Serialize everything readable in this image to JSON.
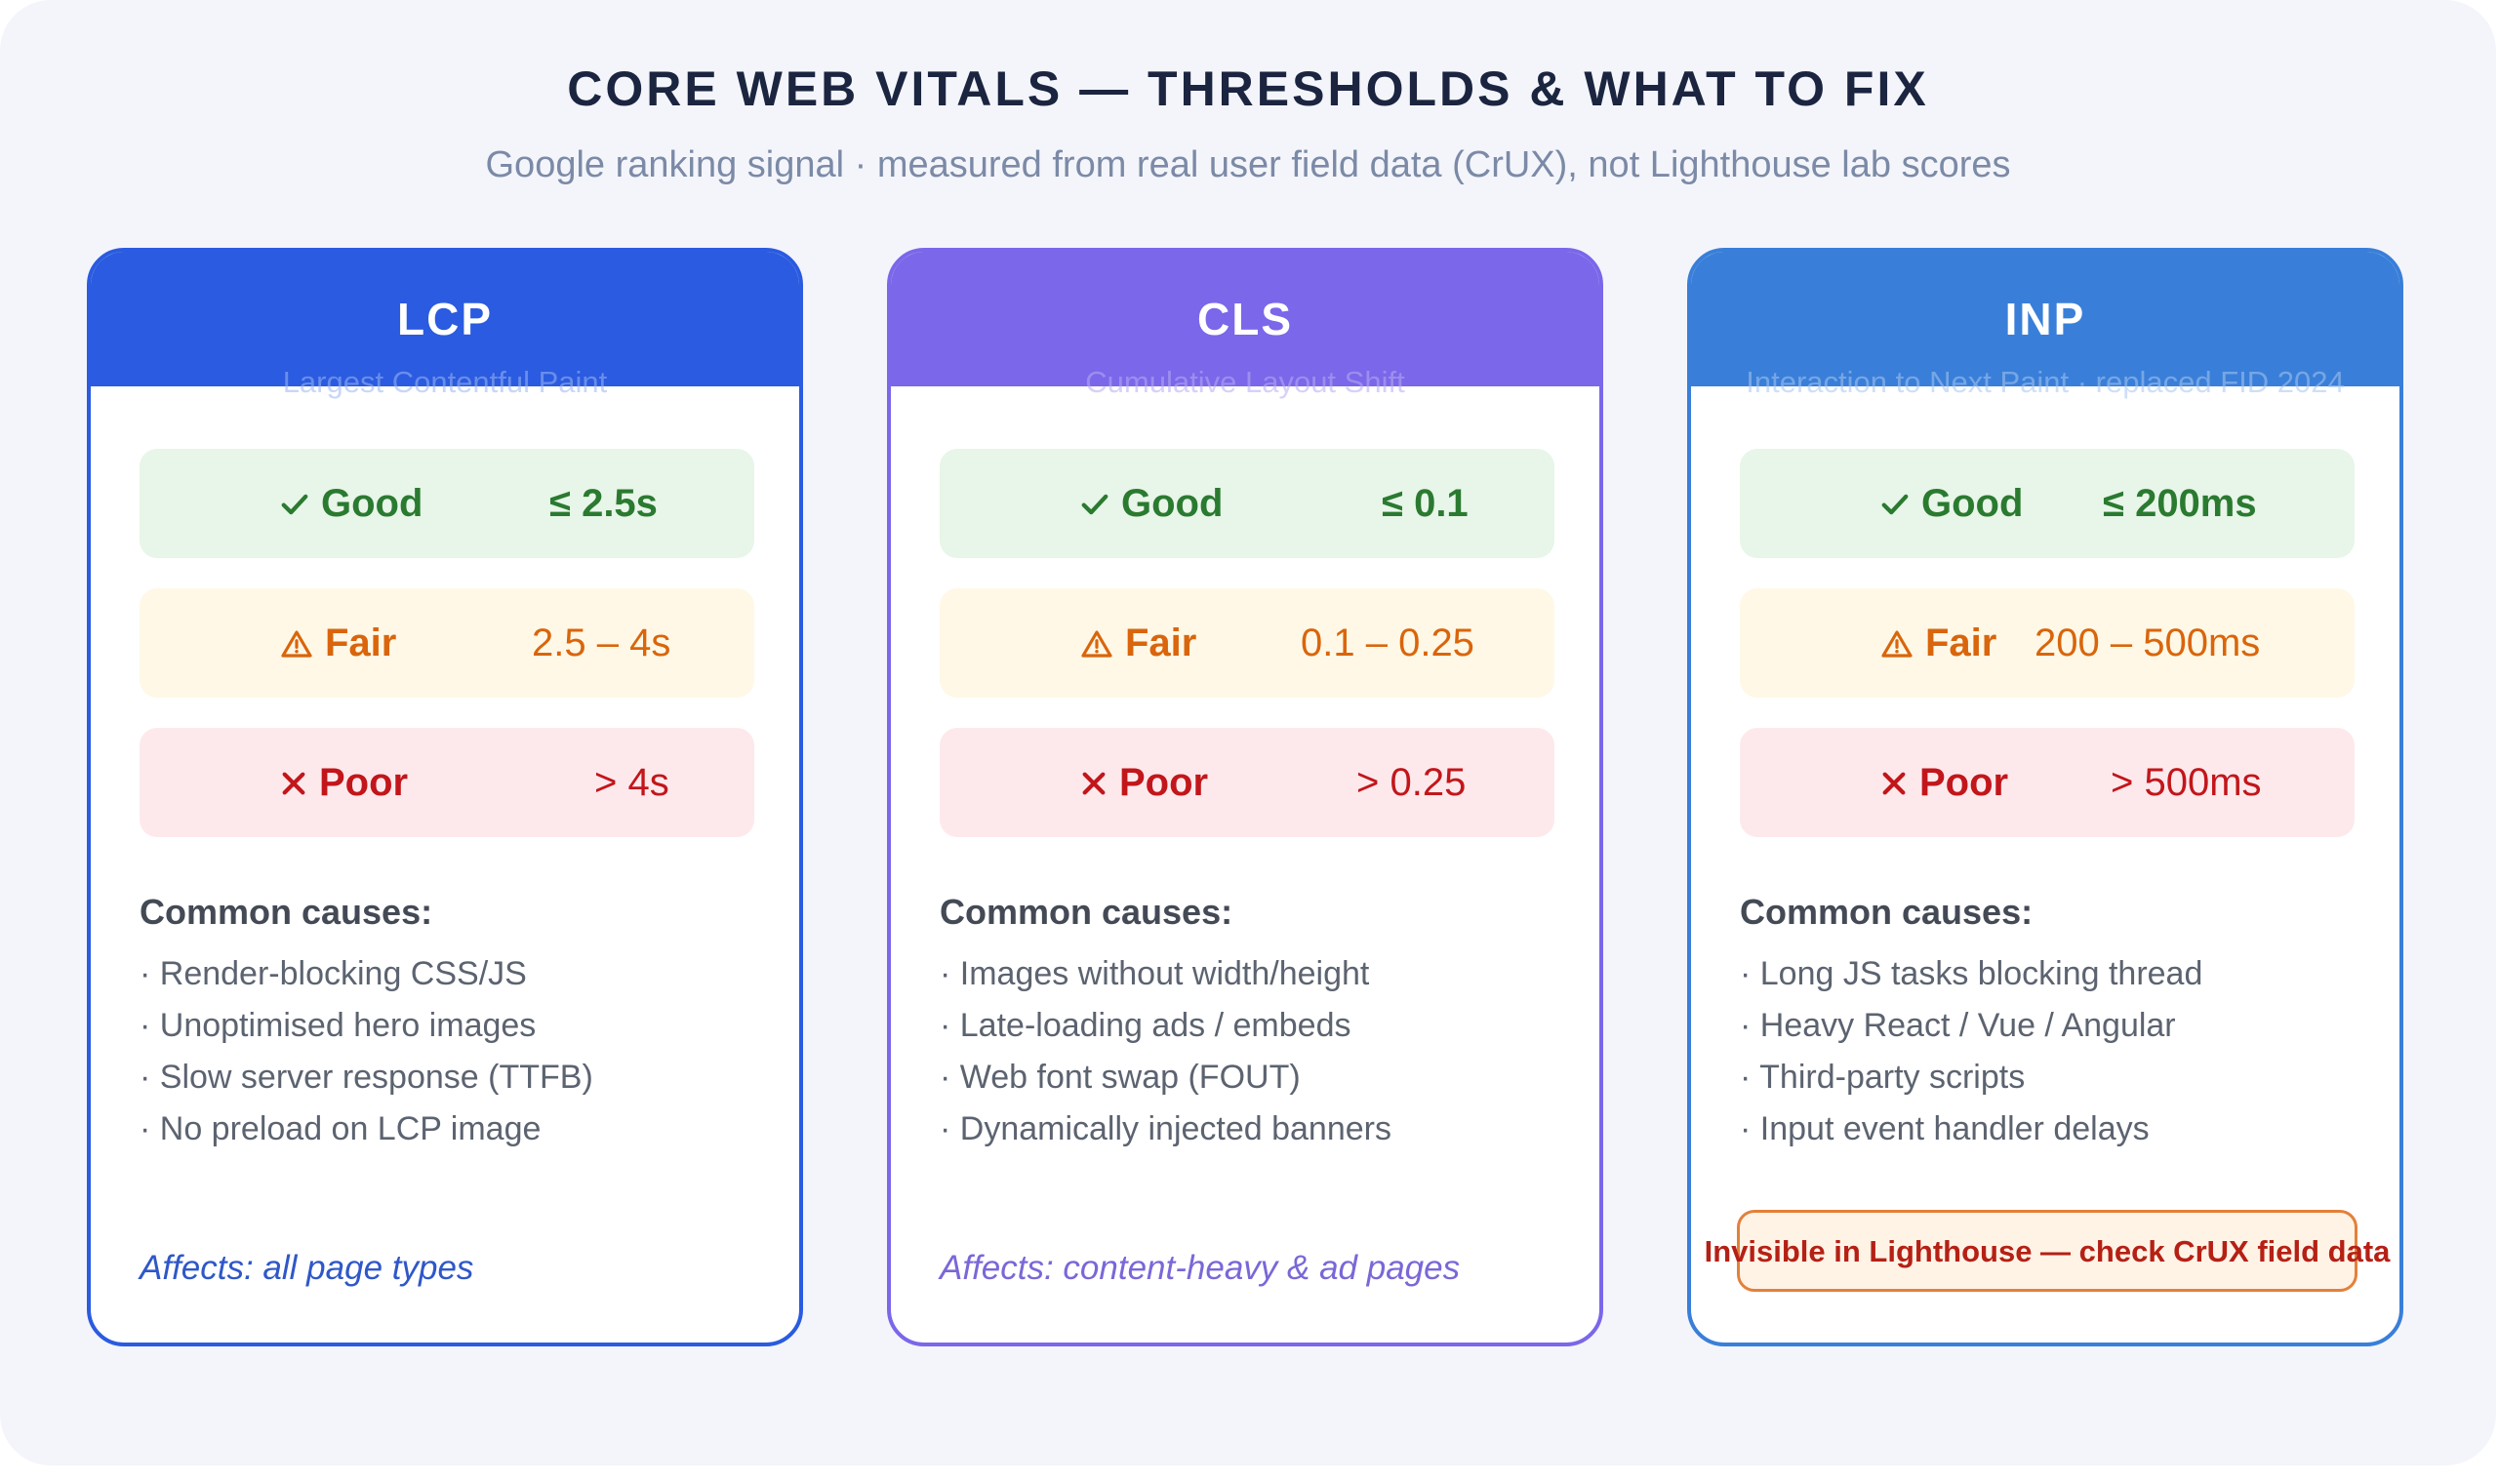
{
  "header": {
    "title": "CORE WEB VITALS — THRESHOLDS & WHAT TO FIX",
    "subtitle": "Google ranking signal · measured from real user field data (CrUX), not Lighthouse lab scores"
  },
  "colors": {
    "lcp": "#2a5be0",
    "cls": "#7a67ea",
    "inp": "#397fd9",
    "good": "#2a7a30",
    "fair": "#d9650c",
    "poor": "#c2161b"
  },
  "icons": {
    "good": "check-icon",
    "fair": "warning-icon",
    "poor": "cross-icon"
  },
  "cards": [
    {
      "name": "LCP",
      "full_name": "Largest Contentful Paint",
      "good": {
        "label": "Good",
        "value": "≤ 2.5s"
      },
      "fair": {
        "label": "Fair",
        "value": "2.5 – 4s"
      },
      "poor": {
        "label": "Poor",
        "value": "> 4s"
      },
      "causes_title": "Common causes:",
      "causes": [
        "· Render-blocking CSS/JS",
        "· Unoptimised hero images",
        "· Slow server response (TTFB)",
        "· No preload on LCP image"
      ],
      "affects": "Affects: all page types"
    },
    {
      "name": "CLS",
      "full_name": "Cumulative Layout Shift",
      "good": {
        "label": "Good",
        "value": "≤ 0.1"
      },
      "fair": {
        "label": "Fair",
        "value": "0.1 – 0.25"
      },
      "poor": {
        "label": "Poor",
        "value": "> 0.25"
      },
      "causes_title": "Common causes:",
      "causes": [
        "· Images without width/height",
        "· Late-loading ads / embeds",
        "· Web font swap (FOUT)",
        "· Dynamically injected banners"
      ],
      "affects": "Affects: content-heavy & ad pages"
    },
    {
      "name": "INP",
      "full_name": "Interaction to Next Paint · replaced FID 2024",
      "good": {
        "label": "Good",
        "value": "≤ 200ms"
      },
      "fair": {
        "label": "Fair",
        "value": "200 – 500ms"
      },
      "poor": {
        "label": "Poor",
        "value": "> 500ms"
      },
      "causes_title": "Common causes:",
      "causes": [
        "· Long JS tasks blocking thread",
        "· Heavy React / Vue / Angular",
        "· Third-party scripts",
        "· Input event handler delays"
      ],
      "warning": "Invisible in Lighthouse — check CrUX field data"
    }
  ]
}
